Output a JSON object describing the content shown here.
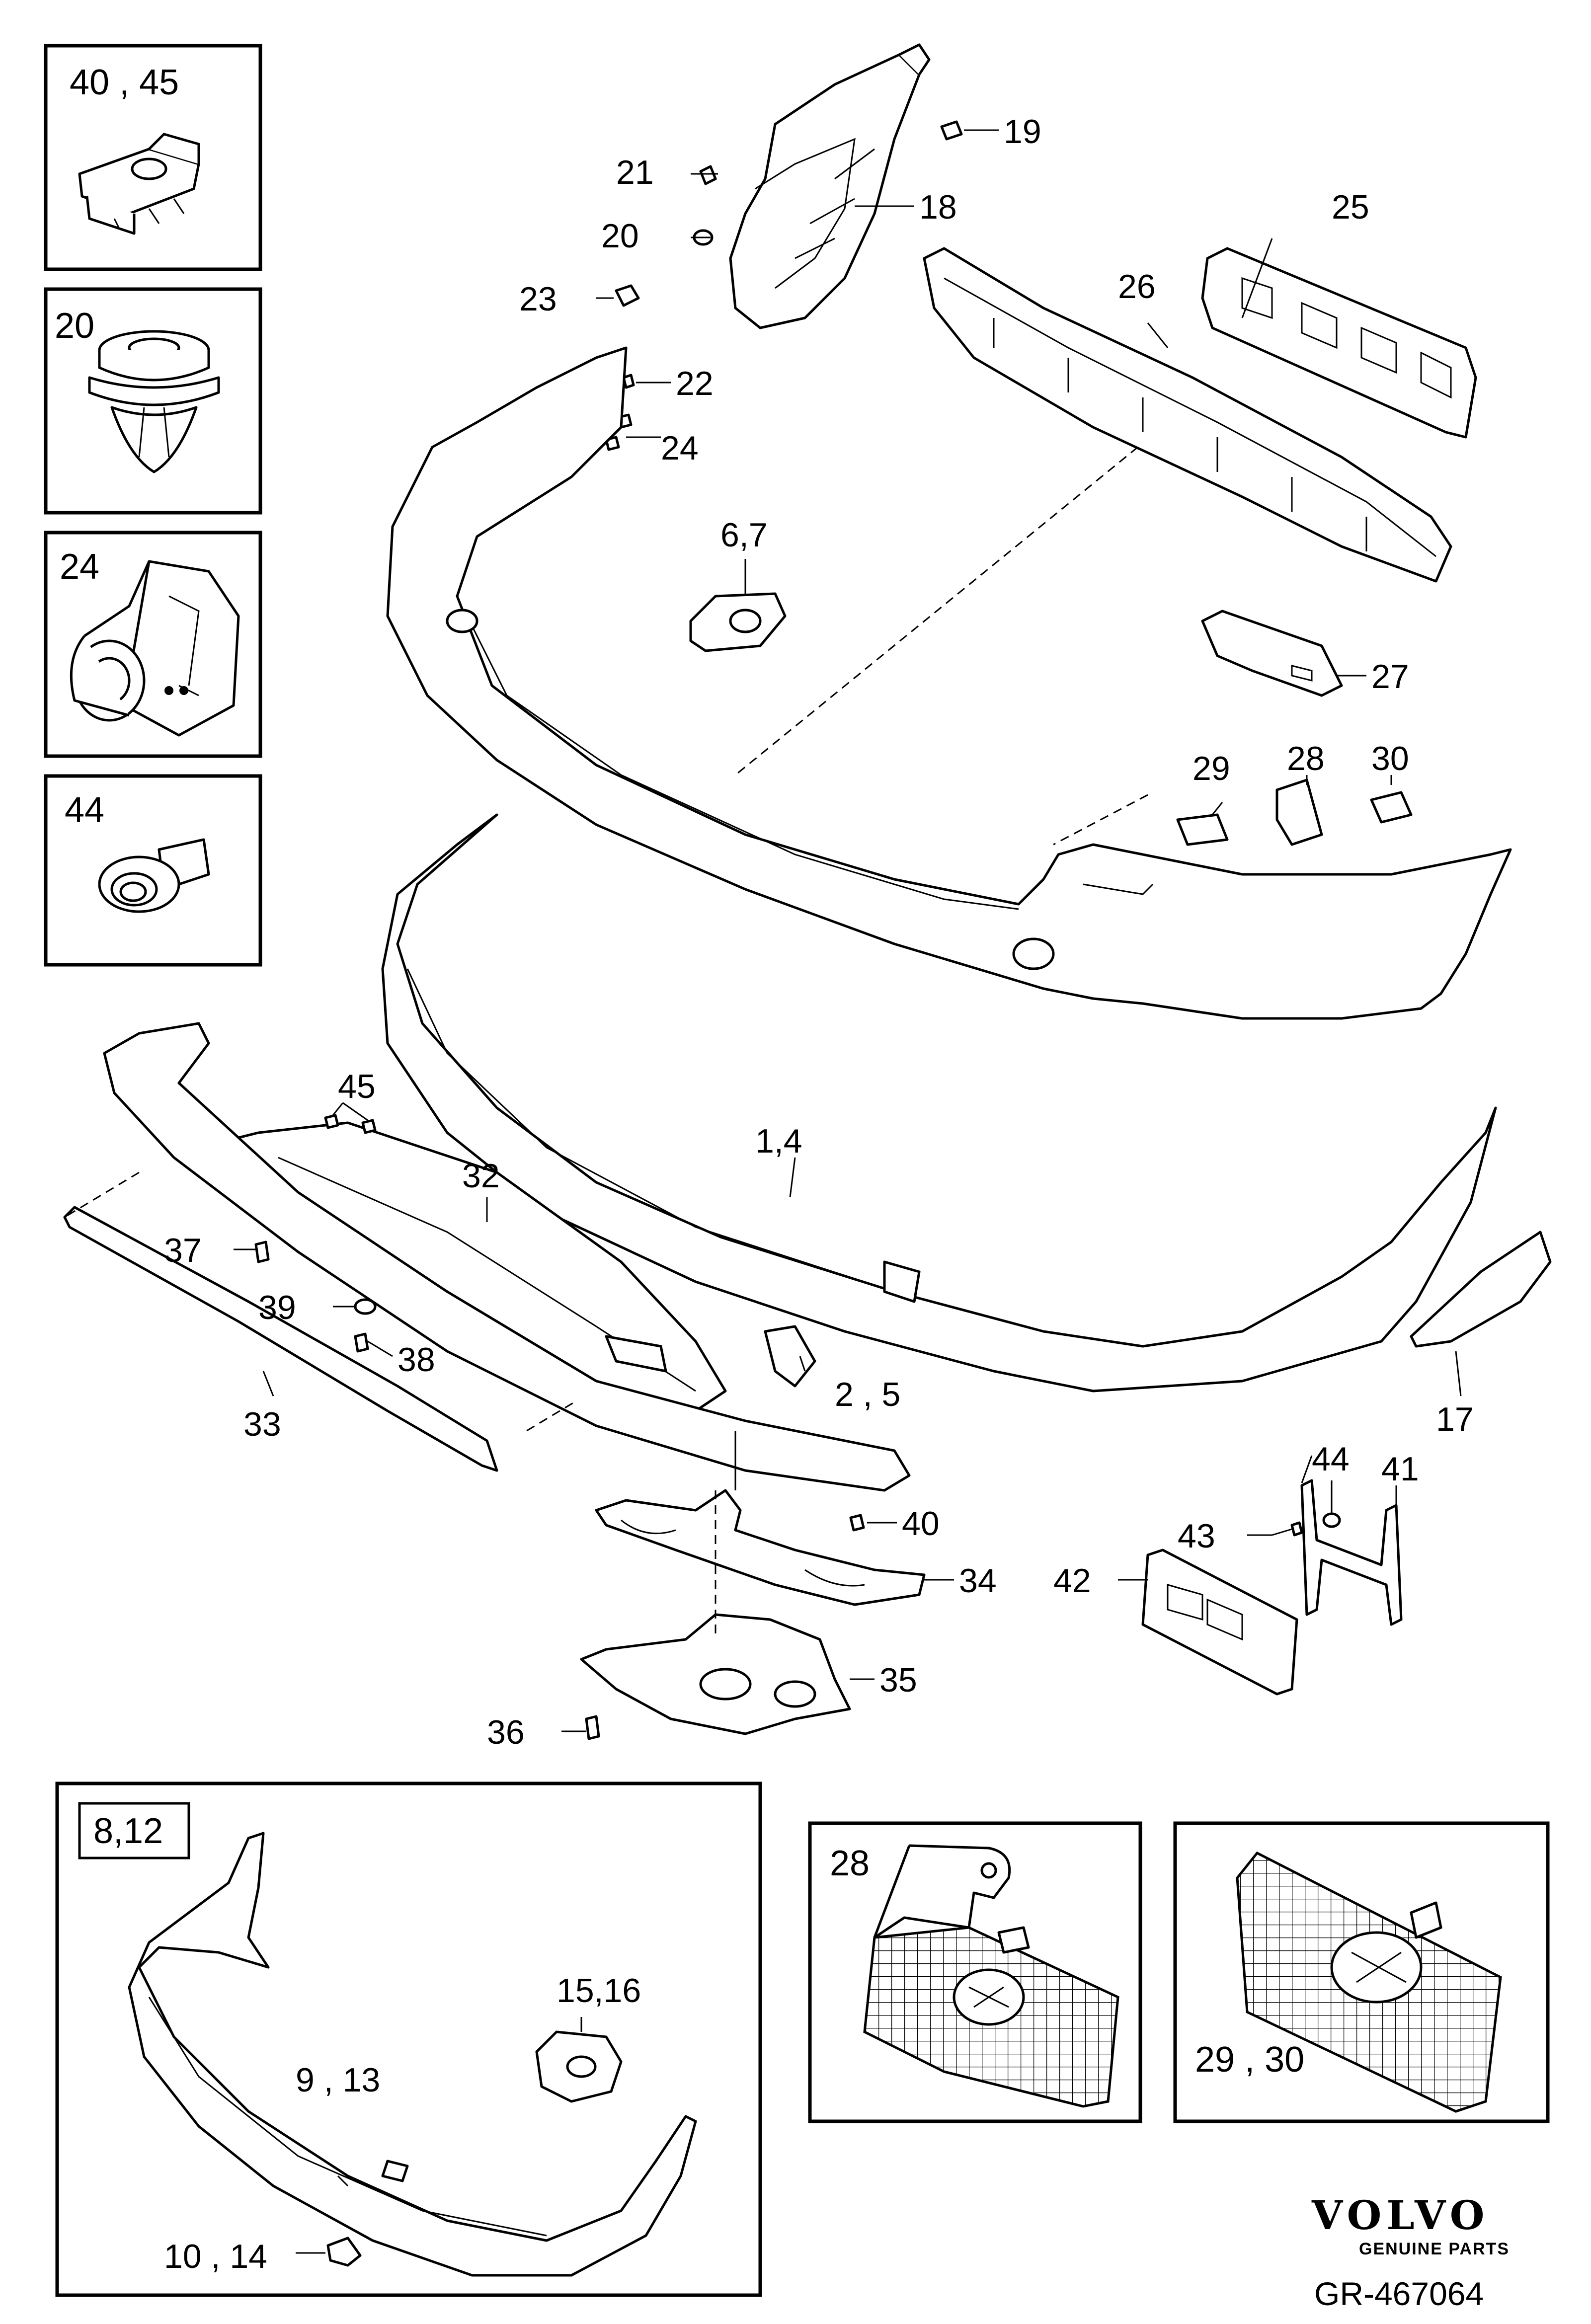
{
  "callouts": {
    "c19": "19",
    "c21": "21",
    "c18": "18",
    "c20": "20",
    "c25": "25",
    "c26": "26",
    "c23": "23",
    "c22": "22",
    "c24": "24",
    "c67": "6,7",
    "c27": "27",
    "c29": "29",
    "c28": "28",
    "c30": "30",
    "c45": "45",
    "c32": "32",
    "c14": "1,4",
    "c37": "37",
    "c39": "39",
    "c38": "38",
    "c33": "33",
    "c25b": "2 , 5",
    "c17": "17",
    "c44": "44",
    "c41": "41",
    "c40": "40",
    "c43": "43",
    "c42": "42",
    "c34": "34",
    "c35": "35",
    "c36": "36"
  },
  "insets": {
    "i4045": "40 , 45",
    "i20": "20",
    "i24": "24",
    "i44": "44",
    "i812": "8,12",
    "i1516": "15,16",
    "i913": "9 , 13",
    "i1014": "10 , 14",
    "i28": "28",
    "i2930": "29 , 30"
  },
  "brand": {
    "name": "VOLVO",
    "tagline": "GENUINE PARTS",
    "reference": "GR-467064"
  }
}
